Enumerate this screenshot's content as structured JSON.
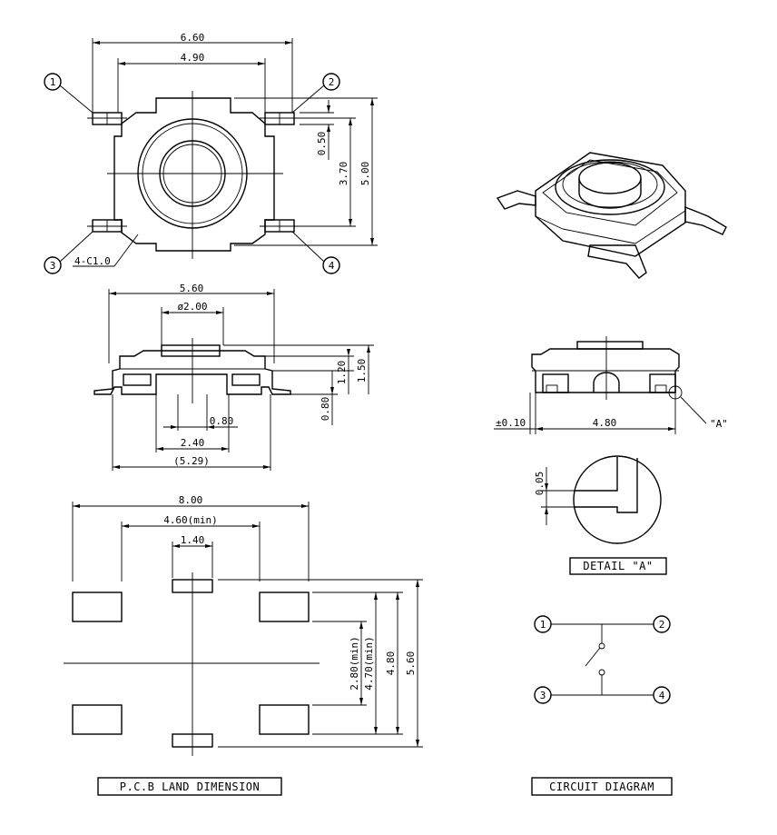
{
  "top_view": {
    "dims": {
      "overall_width": "6.60",
      "body_width": "4.90",
      "pin_width": "0.50",
      "lead_span": "3.70",
      "overall_height": "5.00",
      "chamfer": "4-C1.0"
    },
    "pins": [
      "1",
      "2",
      "3",
      "4"
    ]
  },
  "side_view": {
    "dims": {
      "width": "5.60",
      "actuator_dia": "ø2.00",
      "actuator_height": "1.20",
      "total_height": "1.50",
      "base_height": "0.80",
      "pin_gap": "0.80",
      "pin_span": "2.40",
      "lead_span": "(5.29)"
    }
  },
  "front_view": {
    "dims": {
      "flatness": "±0.10",
      "width": "4.80",
      "detail_ref": "\"A\""
    }
  },
  "detail": {
    "dim": "0.05",
    "title": "DETAIL \"A\""
  },
  "pcb": {
    "dims": {
      "overall": "8.00",
      "inner_min": "4.60(min)",
      "small_pad": "1.40",
      "v_inner_min": "2.80(min)",
      "v_mid_min": "4.70(min)",
      "v_outer": "4.80",
      "v_total": "5.60"
    },
    "title": "P.C.B LAND DIMENSION"
  },
  "circuit": {
    "pins": [
      "1",
      "2",
      "3",
      "4"
    ],
    "title": "CIRCUIT DIAGRAM"
  }
}
